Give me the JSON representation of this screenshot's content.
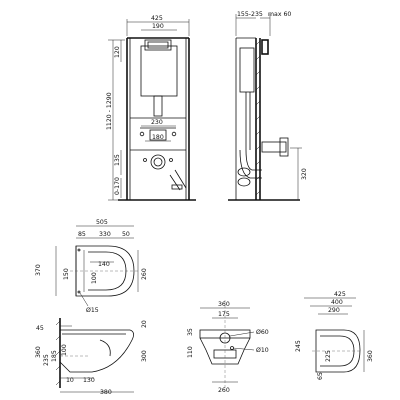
{
  "dimensions": {
    "frame_width": "425",
    "frame_inner_width": "190",
    "top_offset": "120",
    "install_height": "1120 - 1290",
    "button_offset": "230",
    "center_gap": "180",
    "outlet_height": "135",
    "feet_range": "0-170",
    "depth_range": "155-235",
    "depth_max": "max 60",
    "drain_height": "320",
    "bowl_length": "505",
    "bowl_inner_a": "330",
    "bowl_inner_b": "50",
    "bowl_front": "85",
    "bowl_width": "370",
    "bowl_seat": "150",
    "bowl_inner_w": "140",
    "bowl_r": "100",
    "bowl_side": "260",
    "bowl_hole": "Ø15",
    "side_top": "45",
    "side_r": "20",
    "side_h1": "360",
    "side_h2": "235",
    "side_h3": "185",
    "side_h4": "100",
    "side_h5": "300",
    "side_b1": "130",
    "side_b2": "10",
    "side_b3": "380",
    "front_w": "360",
    "front_inner": "175",
    "front_top": "35",
    "front_h": "110",
    "front_d1": "Ø60",
    "front_d2": "Ø10",
    "front_base": "260",
    "seat_w": "425",
    "seat_inner": "400",
    "seat_r": "290",
    "seat_h": "245",
    "seat_inner_h": "225",
    "seat_depth": "360",
    "seat_bottom": "65"
  }
}
